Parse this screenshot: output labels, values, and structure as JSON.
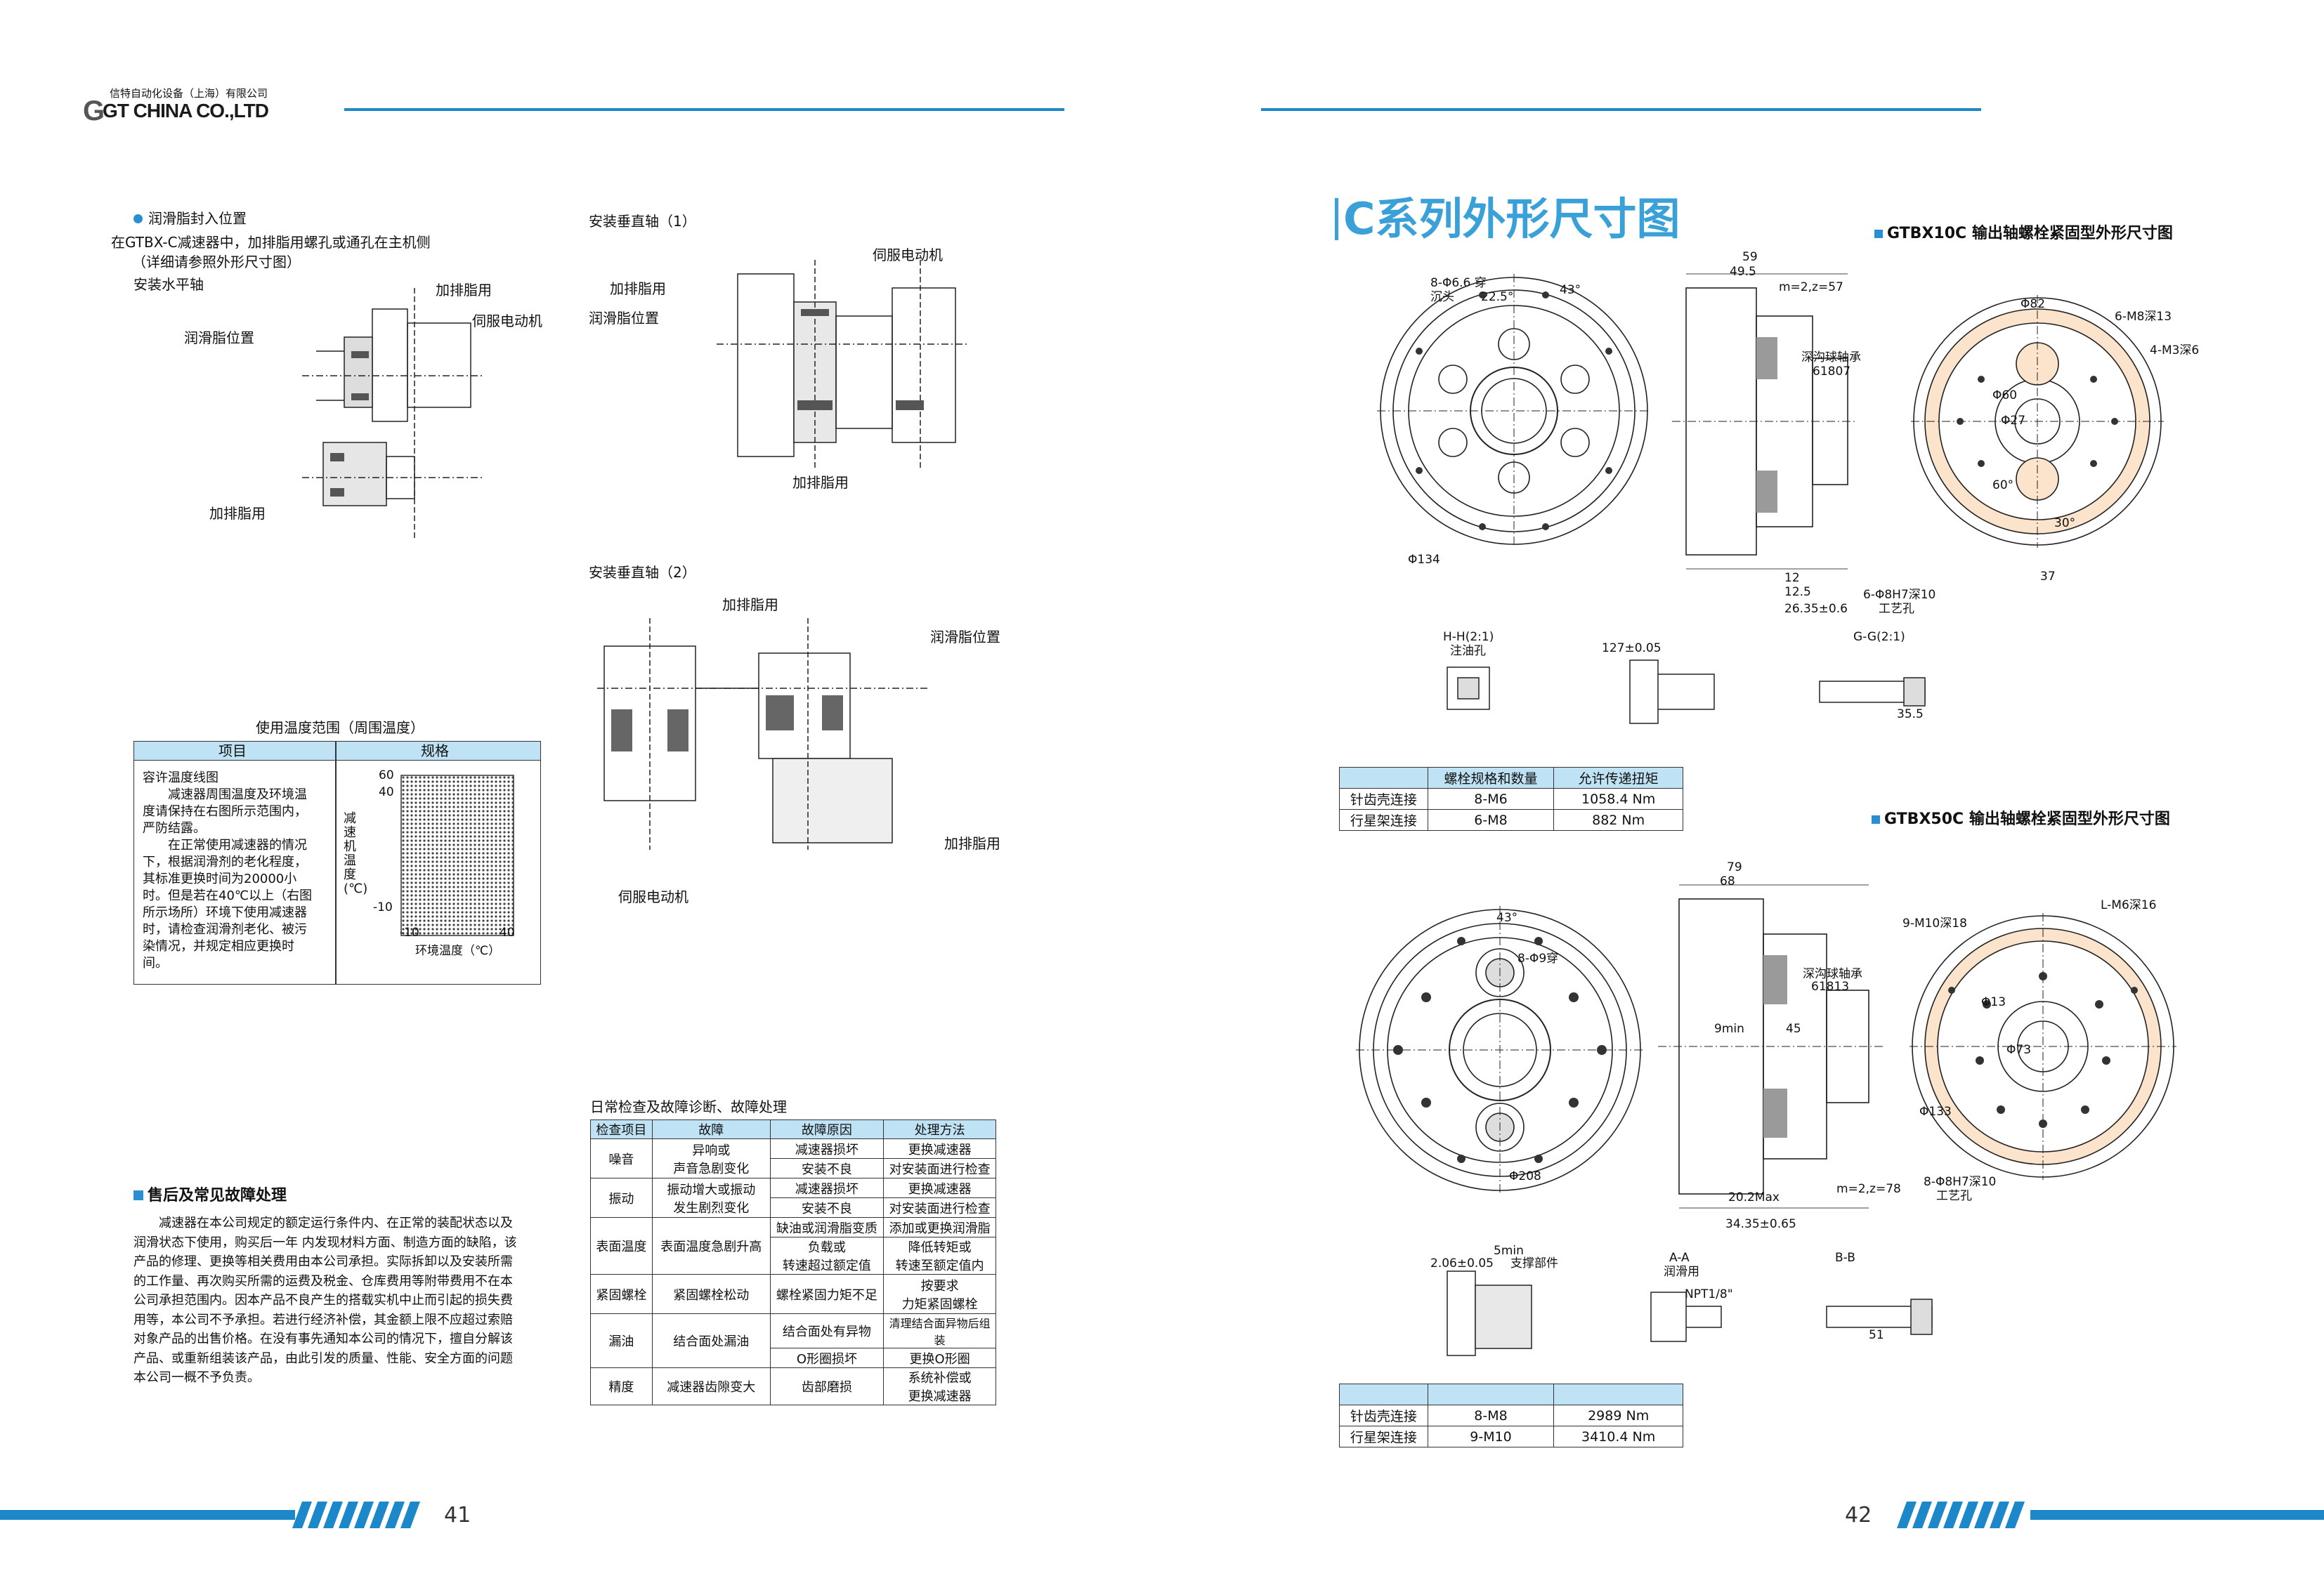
{
  "header": {
    "company_cn": "信特自动化设备（上海）有限公司",
    "logo_text": "GT CHINA CO.,LTD"
  },
  "left": {
    "grease": {
      "heading": "润滑脂封入位置",
      "line1": "在GTBX-C减速器中，加排脂用螺孔或通孔在主机侧",
      "line2": "（详细请参照外形尺寸图）",
      "horizontal": "安装水平轴",
      "lbl_drain1": "加排脂用",
      "lbl_motor1": "伺服电动机",
      "lbl_grease_pos1": "润滑脂位置",
      "lbl_drain2": "加排脂用"
    },
    "vertical1": {
      "title": "安装垂直轴（1）",
      "lbl_motor": "伺服电动机",
      "lbl_drain_top": "加排脂用",
      "lbl_grease_pos": "润滑脂位置",
      "lbl_drain_bottom": "加排脂用"
    },
    "vertical2": {
      "title": "安装垂直轴（2）",
      "lbl_drain_top": "加排脂用",
      "lbl_grease_pos": "润滑脂位置",
      "lbl_drain_right": "加排脂用",
      "lbl_motor": "伺服电动机"
    },
    "temp": {
      "caption": "使用温度范围（周围温度）",
      "col_item": "项目",
      "col_spec": "规格",
      "item_title": "容许温度线图",
      "item_lines": [
        "减速器周围温度及环境温",
        "度请保持在右图所示范围内，",
        "严防结露。",
        "在正常使用减速器的情况",
        "下，根据润滑剂的老化程度，",
        "其标准更换时间为20000小",
        "时。但是若在40℃以上（右图",
        "所示场所）环境下使用减速器",
        "时，请检查润滑剂老化、被污",
        "染情况，并规定相应更换时",
        "间。"
      ],
      "ylabel": "减速机温度(℃)",
      "xlabel": "环境温度（℃）",
      "y_ticks": [
        "60",
        "40",
        "-10"
      ],
      "x_ticks": [
        "-10",
        "40"
      ]
    },
    "service": {
      "heading": "售后及常见故障处理",
      "lines": [
        "减速器在本公司规定的额定运行条件内、在正常的装配状态以及",
        "润滑状态下使用，购买后一年 内发现材料方面、制造方面的缺陷，该",
        "产品的修理、更换等相关费用由本公司承担。实际拆卸以及安装所需",
        "的工作量、再次购买所需的运费及税金、仓库费用等附带费用不在本",
        "公司承担范围内。因本产品不良产生的搭载实机中止而引起的损失费",
        "用等，本公司不予承担。若进行经济补偿，其金额上限不应超过索赔",
        "对象产品的出售价格。在没有事先通知本公司的情况下，擅自分解该",
        "产品、或重新组装该产品，由此引发的质量、性能、安全方面的问题",
        "本公司一概不予负责。"
      ]
    },
    "diag": {
      "caption": "日常检查及故障诊断、故障处理",
      "headers": [
        "检查项目",
        "故障",
        "故障原因",
        "处理方法"
      ],
      "groups": [
        {
          "item": "噪音",
          "fault": "异响或\n声音急剧变化",
          "rows": [
            [
              "减速器损坏",
              "更换减速器"
            ],
            [
              "安装不良",
              "对安装面进行检查"
            ]
          ]
        },
        {
          "item": "振动",
          "fault": "振动增大或振动\n发生剧烈变化",
          "rows": [
            [
              "减速器损坏",
              "更换减速器"
            ],
            [
              "安装不良",
              "对安装面进行检查"
            ]
          ]
        },
        {
          "item": "表面温度",
          "fault": "表面温度急剧升高",
          "rows": [
            [
              "缺油或润滑脂变质",
              "添加或更换润滑脂"
            ],
            [
              "负载或\n转速超过额定值",
              "降低转矩或\n转速至额定值内"
            ]
          ]
        },
        {
          "item": "紧固螺栓",
          "fault": "紧固螺栓松动",
          "rows": [
            [
              "螺栓紧固力矩不足",
              "按要求\n力矩紧固螺栓"
            ]
          ]
        },
        {
          "item": "漏油",
          "fault": "结合面处漏油",
          "rows": [
            [
              "结合面处有异物",
              "清理结合面异物后组装"
            ],
            [
              "O形圈损坏",
              "更换O形圈"
            ]
          ]
        },
        {
          "item": "精度",
          "fault": "减速器齿隙变大",
          "rows": [
            [
              "齿部磨损",
              "系统补偿或\n更换减速器"
            ]
          ]
        }
      ]
    },
    "page_number": "41"
  },
  "right": {
    "title": "C系列外形尺寸图",
    "gtbx10": {
      "heading": "GTBX10C  输出轴螺栓紧固型外形尺寸图",
      "table_headers": [
        "",
        "螺栓规格和数量",
        "允许传递扭矩"
      ],
      "rows": [
        [
          "针齿壳连接",
          "8-M6",
          "1058.4 Nm"
        ],
        [
          "行星架连接",
          "6-M8",
          "882 Nm"
        ]
      ],
      "dims": [
        "59",
        "49.5",
        "43°",
        "22.5°",
        "8-Φ6.6 穿",
        "沉头",
        "Φ134",
        "Φ82",
        "6-M8深13",
        "4-M3深6",
        "Φ60",
        "Φ27",
        "60°",
        "30°",
        "37",
        "6-Φ8H7深10",
        "工艺孔",
        "26.35±0.6",
        "12",
        "12.5",
        "m=2,z=57",
        "深沟球轴承",
        "61807",
        "H-H(2:1)",
        "注油孔",
        "G-G(2:1)",
        "127±0.05",
        "35.5"
      ]
    },
    "gtbx50": {
      "heading": "GTBX50C  输出轴螺栓紧固型外形尺寸图",
      "rows": [
        [
          "针齿壳连接",
          "8-M8",
          "2989 Nm"
        ],
        [
          "行星架连接",
          "9-M10",
          "3410.4 Nm"
        ]
      ],
      "dims": [
        "79",
        "68",
        "43°",
        "8-Φ9穿",
        "Φ208",
        "9-M10深18",
        "L-M6深16",
        "Φ133",
        "Φ73",
        "Φ13",
        "深沟球轴承",
        "61813",
        "9min",
        "45",
        "20.2Max",
        "34.35±0.65",
        "m=2,z=78",
        "8-Φ8H7深10",
        "工艺孔",
        "A-A",
        "润滑用",
        "B-B",
        "51",
        "NPT1/8\"",
        "支撑部件",
        "2.06±0.05",
        "5min"
      ]
    },
    "page_number": "42"
  }
}
